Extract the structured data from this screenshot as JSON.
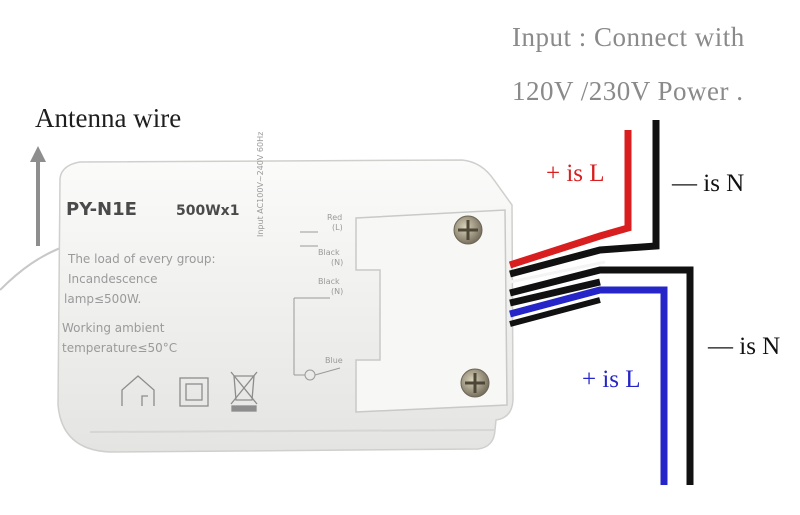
{
  "annotations": {
    "input_line_1": "Input : Connect with",
    "input_line_2": "120V /230V Power .",
    "antenna_label": "Antenna wire",
    "red_l": "+ is L",
    "top_n": "— is N",
    "right_n": "— is N",
    "blue_l": "+ is L"
  },
  "device": {
    "model": "PY-N1E",
    "power": "500Wx1",
    "spec_lines": [
      "The load of every group:",
      "Incandescence",
      "lamp≤500W.",
      "Working ambient",
      "temperature≤50°C"
    ],
    "rating": "Input AC100V~240V 60Hz",
    "wire_labels": {
      "red": "Red",
      "red_sub": "(L)",
      "black1": "Black",
      "black1_sub": "(N)",
      "black2": "Black",
      "black2_sub": "(N)",
      "blue": "Blue"
    }
  },
  "colors": {
    "red_wire": "#d81e1e",
    "blue_wire": "#2525c8",
    "black_wire": "#111111",
    "input_text": "#8a8a8a",
    "housing": "#f2f2f0"
  }
}
